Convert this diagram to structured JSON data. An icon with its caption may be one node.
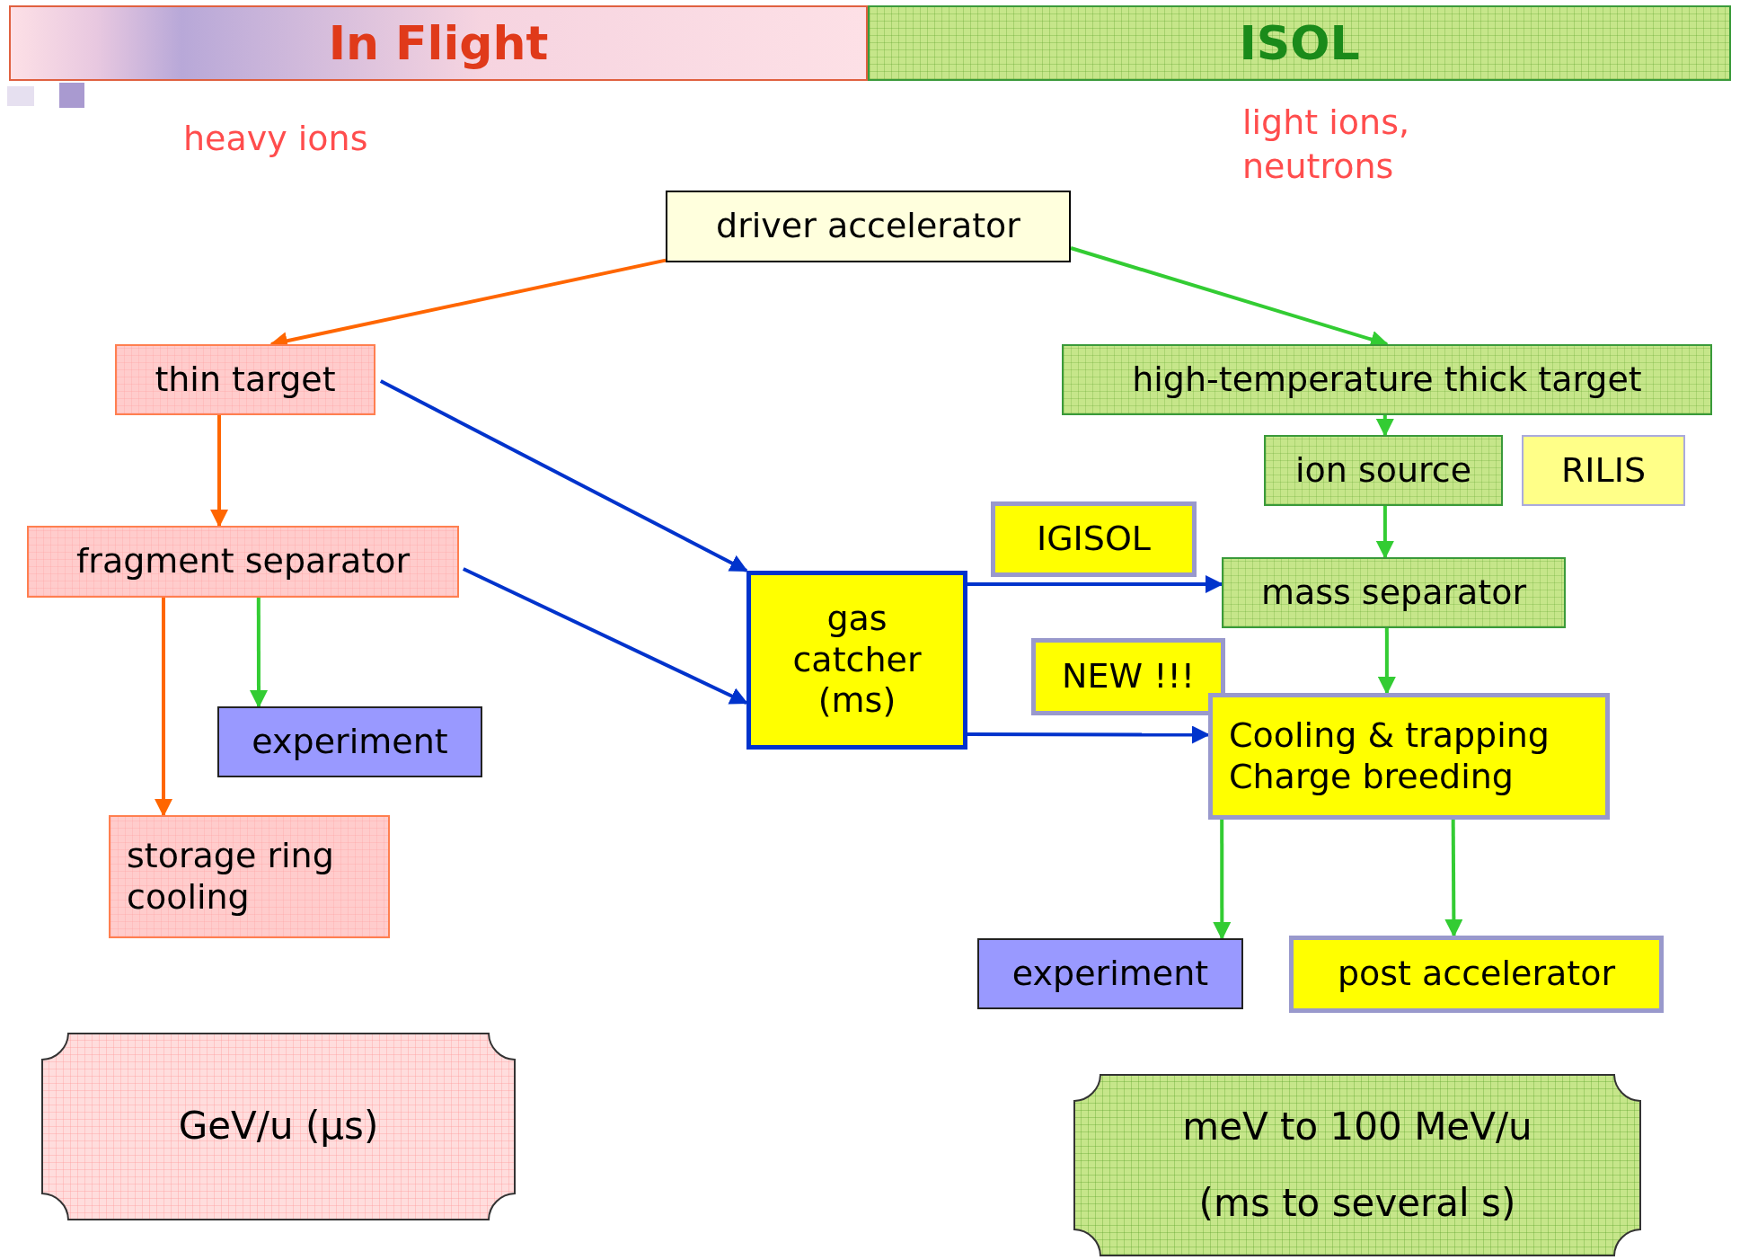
{
  "diagram": {
    "nodes": [
      {
        "text": [
          "In Flight"
        ]
      },
      {
        "text": [
          "ISOL"
        ]
      },
      {
        "text": [
          "driver accelerator"
        ]
      },
      {
        "text": [
          "thin target"
        ]
      },
      {
        "text": [
          "high-temperature thick target"
        ]
      },
      {
        "text": [
          "ion source"
        ]
      },
      {
        "text": [
          "RILIS"
        ]
      },
      {
        "text": [
          "fragment separator"
        ]
      },
      {
        "text": [
          "IGISOL"
        ]
      },
      {
        "text": [
          "gas catcher (ms)"
        ]
      },
      {
        "text": [
          "mass separator"
        ]
      },
      {
        "text": [
          "NEW !!!"
        ]
      },
      {
        "text": [
          "experiment"
        ]
      },
      {
        "text": [
          "Cooling & trapping Charge breeding"
        ]
      },
      {
        "text": [
          "storage ring cooling"
        ]
      },
      {
        "text": [
          "experiment"
        ]
      },
      {
        "text": [
          "post accelerator"
        ]
      },
      {
        "text": [
          "GeV/u (μs)"
        ]
      },
      {
        "text": [
          "meV to 100 MeV/u",
          "(ms to several s)"
        ]
      }
    ],
    "edges": [
      {
        "from": 2,
        "to": 3,
        "arrow": "to",
        "color": "#ff6600"
      },
      {
        "from": 2,
        "to": 4,
        "arrow": "to"
      },
      {
        "from": 3,
        "to": 7,
        "arrow": "to",
        "color": "#ff6600"
      },
      {
        "from": 3,
        "to": 9,
        "arrow": "to",
        "color": "#0033cc"
      },
      {
        "from": 7,
        "to": 9,
        "arrow": "to",
        "color": "#0033cc"
      },
      {
        "from": 7,
        "to": 12,
        "arrow": "to"
      },
      {
        "from": 7,
        "to": 14,
        "arrow": "to",
        "color": "#ff6600"
      },
      {
        "from": 4,
        "to": 5,
        "arrow": "to"
      },
      {
        "from": 5,
        "to": 10,
        "arrow": "to"
      },
      {
        "from": 9,
        "to": 10,
        "arrow": "to",
        "color": "#0033cc"
      },
      {
        "from": 10,
        "to": 13,
        "arrow": "to"
      },
      {
        "from": 9,
        "to": 13,
        "arrow": "to",
        "color": "#0033cc"
      },
      {
        "from": 13,
        "to": 15,
        "arrow": "to"
      },
      {
        "from": 13,
        "to": 16,
        "arrow": "to"
      }
    ],
    "labels": [
      "heavy ions",
      "light ions, neutrons"
    ]
  }
}
